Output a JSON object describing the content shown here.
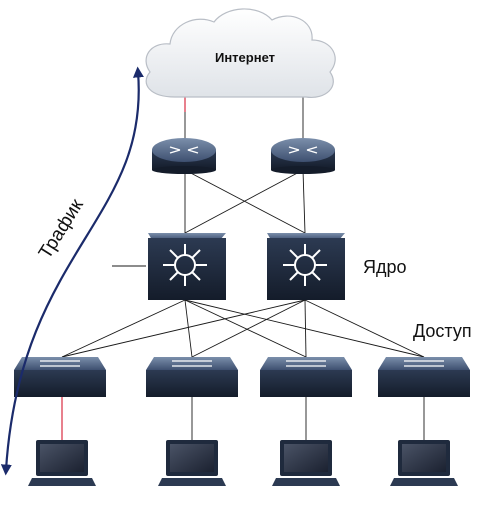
{
  "cloud": {
    "label": "Интернет"
  },
  "labels": {
    "traffic": "Трафик",
    "core": "Ядро",
    "access": "Доступ"
  },
  "colors": {
    "device_dark": "#1f2a3d",
    "device_top": "#5a6f8c",
    "link": "#1a1a1a",
    "highlight_link": "#d0021b",
    "arrow": "#1b2b6b",
    "cloud_fill": "#eef0f3",
    "cloud_stroke": "#b9bec6"
  },
  "nodes": {
    "routers": [
      "router-1",
      "router-2"
    ],
    "core_switches": [
      "core-switch-1",
      "core-switch-2"
    ],
    "access_switches": [
      "access-switch-1",
      "access-switch-2",
      "access-switch-3",
      "access-switch-4"
    ],
    "laptops": [
      "laptop-1",
      "laptop-2",
      "laptop-3",
      "laptop-4"
    ]
  }
}
